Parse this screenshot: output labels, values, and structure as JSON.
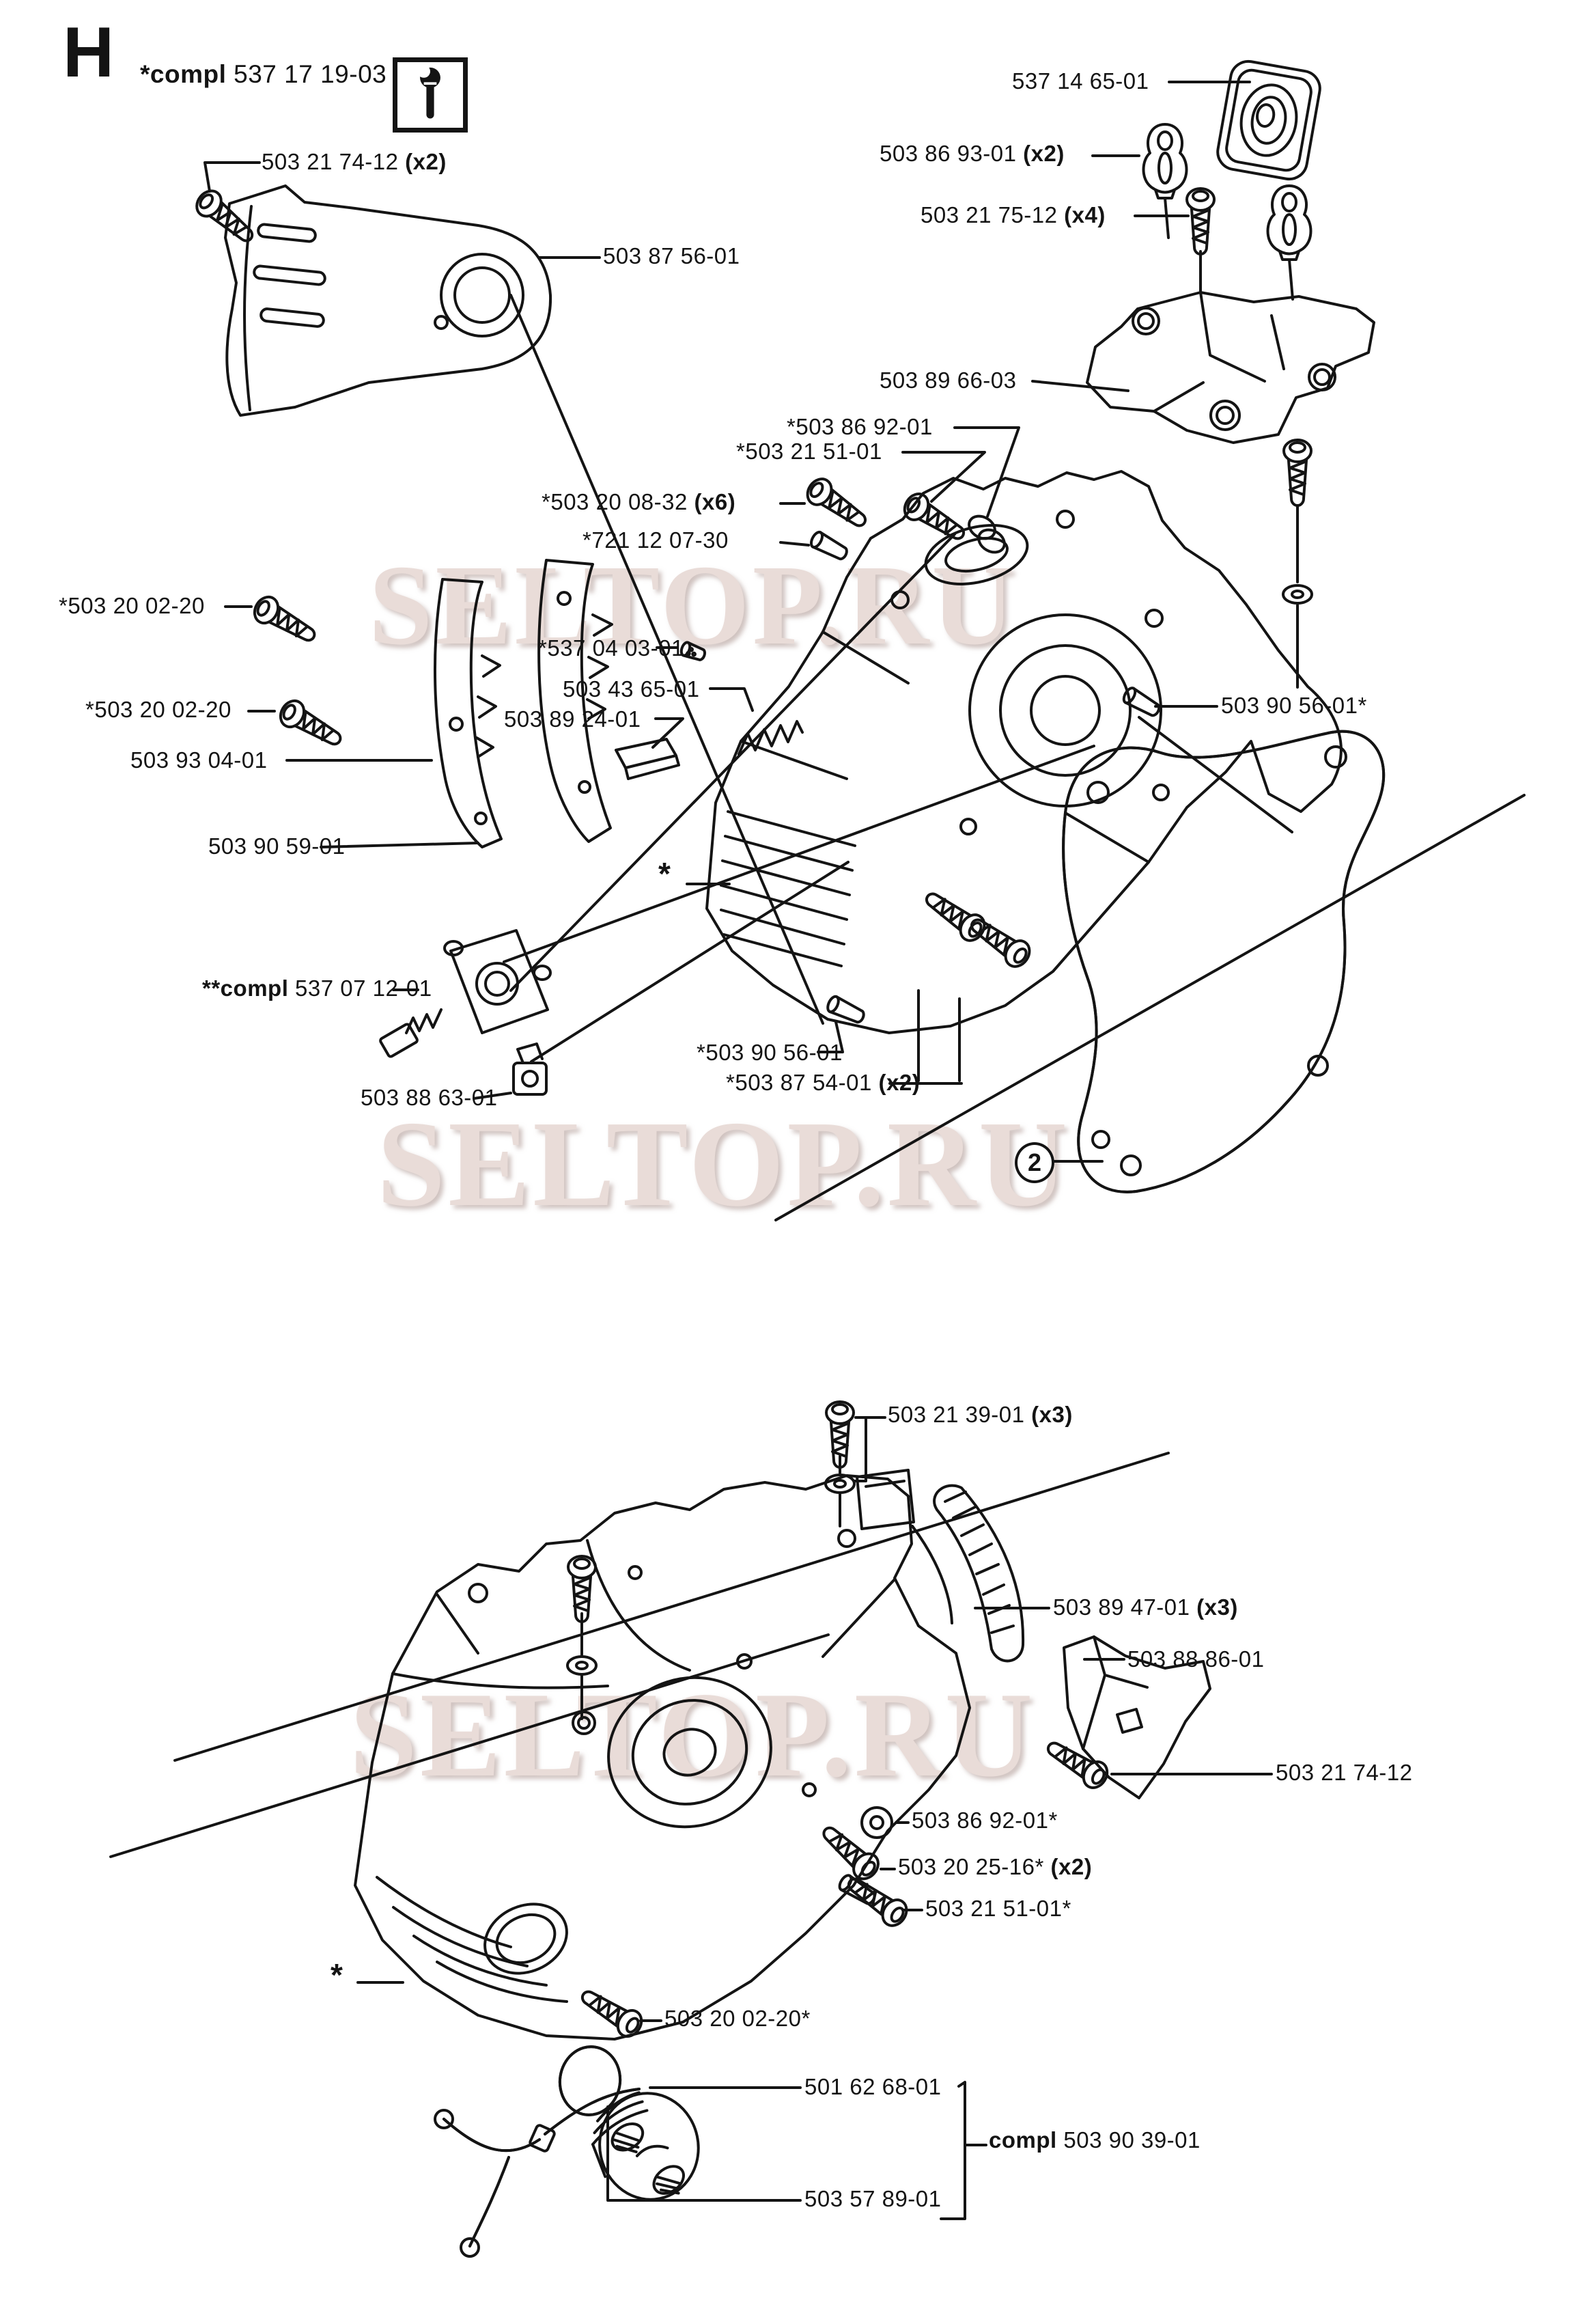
{
  "page": {
    "section_letter": "H",
    "watermark_text": "SELTOP.RU",
    "assembly_tool_icon": "wrench-icon",
    "detail_callout": "2",
    "footnote_marker": "*"
  },
  "labels": [
    {
      "id": "header-assembly",
      "prefix": "*compl ",
      "number": "537 17 19-03",
      "qty": ""
    },
    {
      "id": "503-21-74-12-top",
      "prefix": "",
      "number": "503 21 74-12",
      "qty": " (x2)"
    },
    {
      "id": "503-87-56-01",
      "prefix": "",
      "number": "503 87 56-01",
      "qty": ""
    },
    {
      "id": "537-14-65-01",
      "prefix": "",
      "number": "537 14 65-01",
      "qty": ""
    },
    {
      "id": "503-86-93-01",
      "prefix": "",
      "number": "503 86 93-01",
      "qty": " (x2)"
    },
    {
      "id": "503-21-75-12",
      "prefix": "",
      "number": "503 21 75-12",
      "qty": " (x4)"
    },
    {
      "id": "503-89-66-03",
      "prefix": "",
      "number": "503 89 66-03",
      "qty": ""
    },
    {
      "id": "503-86-92-01-star",
      "prefix": "",
      "number": "*503 86 92-01",
      "qty": ""
    },
    {
      "id": "503-21-51-01-star",
      "prefix": "",
      "number": "*503 21 51-01",
      "qty": ""
    },
    {
      "id": "503-20-08-32",
      "prefix": "",
      "number": "*503 20 08-32",
      "qty": " (x6)"
    },
    {
      "id": "721-12-07-30",
      "prefix": "",
      "number": "*721 12 07-30",
      "qty": ""
    },
    {
      "id": "503-20-02-20-a",
      "prefix": "",
      "number": "*503 20 02-20",
      "qty": ""
    },
    {
      "id": "537-04-03-01",
      "prefix": "",
      "number": "*537 04 03-01",
      "qty": ""
    },
    {
      "id": "503-43-65-01",
      "prefix": "",
      "number": "503 43 65-01",
      "qty": ""
    },
    {
      "id": "503-89-24-01",
      "prefix": "",
      "number": "503 89 24-01",
      "qty": ""
    },
    {
      "id": "503-90-56-01-right",
      "prefix": "",
      "number": "503 90 56-01*",
      "qty": ""
    },
    {
      "id": "503-20-02-20-b",
      "prefix": "",
      "number": "*503 20 02-20",
      "qty": ""
    },
    {
      "id": "503-93-04-01",
      "prefix": "",
      "number": "503 93 04-01",
      "qty": ""
    },
    {
      "id": "503-90-59-01",
      "prefix": "",
      "number": "503 90 59-01",
      "qty": ""
    },
    {
      "id": "compl-537-07-12-01",
      "prefix": "**compl ",
      "number": "537 07 12-01",
      "qty": ""
    },
    {
      "id": "503-90-56-01-left",
      "prefix": "",
      "number": "*503 90 56-01",
      "qty": ""
    },
    {
      "id": "503-87-54-01",
      "prefix": "",
      "number": "*503 87 54-01",
      "qty": " (x2)"
    },
    {
      "id": "503-88-63-01",
      "prefix": "",
      "number": "503 88 63-01",
      "qty": ""
    },
    {
      "id": "503-21-39-01",
      "prefix": "",
      "number": "503 21 39-01",
      "qty": " (x3)"
    },
    {
      "id": "503-89-47-01",
      "prefix": "",
      "number": "503 89 47-01",
      "qty": " (x3)"
    },
    {
      "id": "503-88-86-01",
      "prefix": "",
      "number": "503 88 86-01",
      "qty": ""
    },
    {
      "id": "503-21-74-12-bottom",
      "prefix": "",
      "number": "503 21 74-12",
      "qty": ""
    },
    {
      "id": "503-86-92-01-bottom",
      "prefix": "",
      "number": "503 86 92-01*",
      "qty": ""
    },
    {
      "id": "503-20-25-16",
      "prefix": "",
      "number": "503 20 25-16*",
      "qty": " (x2)"
    },
    {
      "id": "503-21-51-01-bottom",
      "prefix": "",
      "number": "503 21 51-01*",
      "qty": ""
    },
    {
      "id": "503-20-02-20-bottom",
      "prefix": "",
      "number": "503 20 02-20*",
      "qty": ""
    },
    {
      "id": "501-62-68-01",
      "prefix": "",
      "number": "501 62 68-01",
      "qty": ""
    },
    {
      "id": "compl-503-90-39-01",
      "prefix": "compl ",
      "number": "503 90 39-01",
      "qty": ""
    },
    {
      "id": "503-57-89-01",
      "prefix": "",
      "number": "503 57 89-01",
      "qty": ""
    }
  ]
}
